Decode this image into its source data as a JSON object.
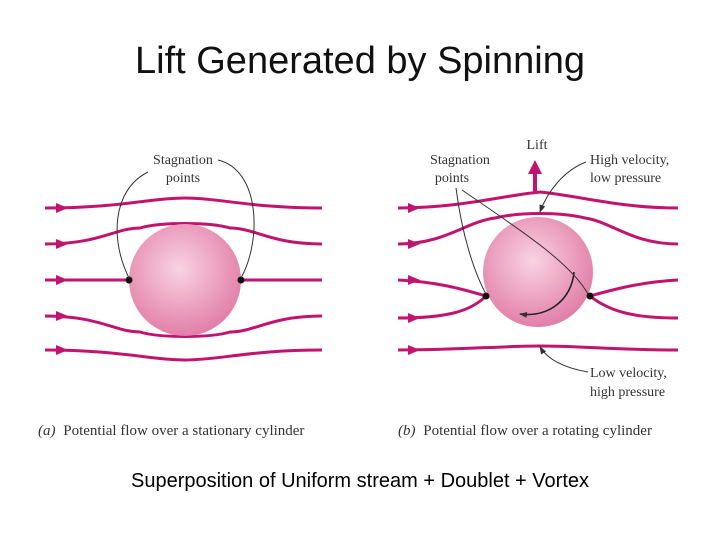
{
  "title": "Lift Generated by Spinning",
  "subtitle": "Superposition of Uniform stream + Doublet + Vortex",
  "panel_a": {
    "stagnation_line1": "Stagnation",
    "stagnation_line2": "points",
    "caption_letter": "(a)",
    "caption_text": "Potential flow over a stationary cylinder"
  },
  "panel_b": {
    "stagnation_line1": "Stagnation",
    "stagnation_line2": "points",
    "lift_label": "Lift",
    "high_velocity_line1": "High velocity,",
    "high_velocity_line2": "low pressure",
    "low_velocity_line1": "Low velocity,",
    "low_velocity_line2": "high pressure",
    "caption_letter": "(b)",
    "caption_text": "Potential flow over a rotating cylinder"
  },
  "colors": {
    "streamline": "#c2136e",
    "cylinder_center": "#f7c6d8",
    "cylinder_edge": "#e07aa3",
    "lift_arrow": "#c2136e"
  }
}
